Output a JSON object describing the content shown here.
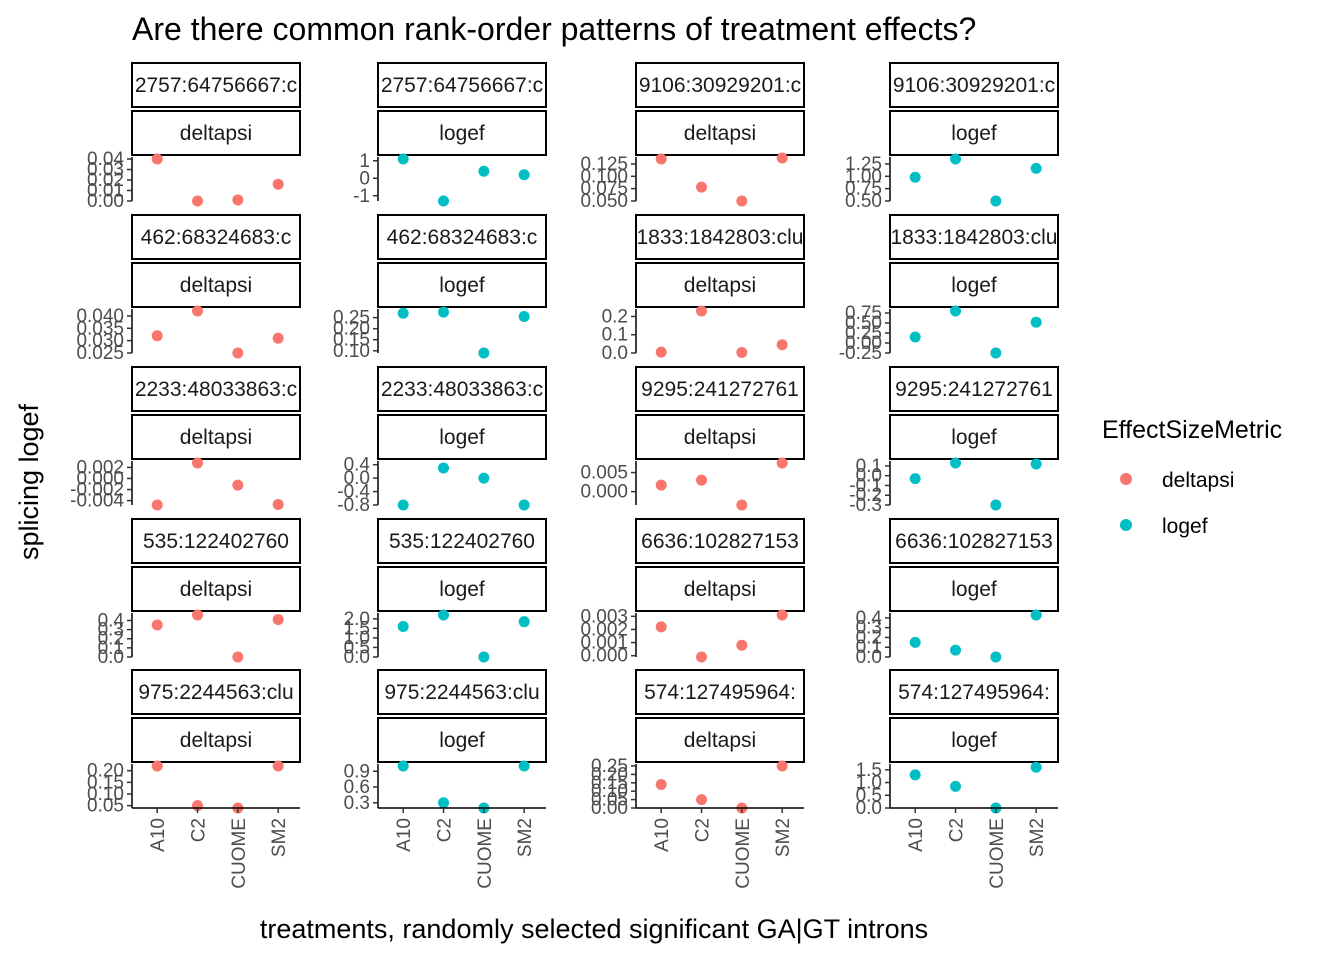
{
  "chart_data": {
    "type": "scatter",
    "title": "Are there common rank-order patterns of treatment effects?",
    "xlabel": "treatments, randomly selected significant GA|GT introns",
    "ylabel": "splicing logef",
    "categories": [
      "A10",
      "C2",
      "CUOME",
      "SM2"
    ],
    "legend": {
      "title": "EffectSizeMetric",
      "position": "right",
      "entries": [
        {
          "label": "deltapsi",
          "color": "#F8766D"
        },
        {
          "label": "logef",
          "color": "#00BFC4"
        }
      ]
    },
    "colors": {
      "deltapsi": "#F8766D",
      "logef": "#00BFC4"
    },
    "grid": false,
    "panels": [
      {
        "intron": "2757:64756667:c",
        "metric": "deltapsi",
        "ylim": [
          0.0,
          0.04
        ],
        "ticks": [
          0.0,
          0.01,
          0.02,
          0.03,
          0.04
        ],
        "tick_labels": [
          "0.00",
          "0.01",
          "0.02",
          "0.03",
          "0.04"
        ],
        "values": [
          0.04,
          0.0,
          0.001,
          0.016
        ]
      },
      {
        "intron": "2757:64756667:c",
        "metric": "logef",
        "ylim": [
          -1.3,
          1.1
        ],
        "ticks": [
          -1,
          0,
          1
        ],
        "tick_labels": [
          "-1",
          "0",
          "1"
        ],
        "values": [
          1.1,
          -1.3,
          0.4,
          0.2
        ]
      },
      {
        "intron": "9106:30929201:c",
        "metric": "deltapsi",
        "ylim": [
          0.05,
          0.135
        ],
        "ticks": [
          0.05,
          0.075,
          0.1,
          0.125
        ],
        "tick_labels": [
          "0.050",
          "0.075",
          "0.100",
          "0.125"
        ],
        "values": [
          0.135,
          0.078,
          0.05,
          0.137
        ]
      },
      {
        "intron": "9106:30929201:c",
        "metric": "logef",
        "ylim": [
          0.5,
          1.35
        ],
        "ticks": [
          0.5,
          0.75,
          1.0,
          1.25
        ],
        "tick_labels": [
          "0.50",
          "0.75",
          "1.00",
          "1.25"
        ],
        "values": [
          0.98,
          1.35,
          0.5,
          1.16
        ]
      },
      {
        "intron": "462:68324683:c",
        "metric": "deltapsi",
        "ylim": [
          0.025,
          0.042
        ],
        "ticks": [
          0.025,
          0.03,
          0.035,
          0.04
        ],
        "tick_labels": [
          "0.025",
          "0.030",
          "0.035",
          "0.040"
        ],
        "values": [
          0.032,
          0.042,
          0.025,
          0.031
        ]
      },
      {
        "intron": "462:68324683:c",
        "metric": "logef",
        "ylim": [
          0.09,
          0.28
        ],
        "ticks": [
          0.1,
          0.15,
          0.2,
          0.25
        ],
        "tick_labels": [
          "0.10",
          "0.15",
          "0.20",
          "0.25"
        ],
        "values": [
          0.27,
          0.275,
          0.09,
          0.255
        ]
      },
      {
        "intron": "1833:1842803:clu",
        "metric": "deltapsi",
        "ylim": [
          0.0,
          0.23
        ],
        "ticks": [
          0.0,
          0.1,
          0.2
        ],
        "tick_labels": [
          "0.0",
          "0.1",
          "0.2"
        ],
        "values": [
          0.005,
          0.23,
          0.003,
          0.045
        ]
      },
      {
        "intron": "1833:1842803:clu",
        "metric": "logef",
        "ylim": [
          -0.25,
          0.8
        ],
        "ticks": [
          -0.25,
          0.0,
          0.25,
          0.5,
          0.75
        ],
        "tick_labels": [
          "-0.25",
          "0.00",
          "0.25",
          "0.50",
          "0.75"
        ],
        "values": [
          0.15,
          0.8,
          -0.25,
          0.52
        ]
      },
      {
        "intron": "2233:48033863:c",
        "metric": "deltapsi",
        "ylim": [
          -0.0048,
          0.0028
        ],
        "ticks": [
          -0.004,
          -0.002,
          0.0,
          0.002
        ],
        "tick_labels": [
          "-0.004",
          "-0.002",
          "0.000",
          "0.002"
        ],
        "values": [
          -0.0048,
          0.0028,
          -0.0012,
          -0.0047
        ]
      },
      {
        "intron": "2233:48033863:c",
        "metric": "logef",
        "ylim": [
          -0.8,
          0.45
        ],
        "ticks": [
          -0.8,
          -0.4,
          0.0,
          0.4
        ],
        "tick_labels": [
          "-0.8",
          "-0.4",
          "0.0",
          "0.4"
        ],
        "values": [
          -0.8,
          0.3,
          0.0,
          -0.8
        ]
      },
      {
        "intron": "9295:241272761",
        "metric": "deltapsi",
        "ylim": [
          -0.0035,
          0.0075
        ],
        "ticks": [
          0.0,
          0.005
        ],
        "tick_labels": [
          "0.000",
          "0.005"
        ],
        "values": [
          0.0017,
          0.003,
          -0.0035,
          0.0075
        ]
      },
      {
        "intron": "9295:241272761",
        "metric": "logef",
        "ylim": [
          -0.3,
          0.13
        ],
        "ticks": [
          -0.3,
          -0.2,
          -0.1,
          0.0,
          0.1
        ],
        "tick_labels": [
          "-0.3",
          "-0.2",
          "-0.1",
          "0.0",
          "0.1"
        ],
        "values": [
          -0.03,
          0.13,
          -0.3,
          0.12
        ]
      },
      {
        "intron": "535:122402760",
        "metric": "deltapsi",
        "ylim": [
          0.0,
          0.46
        ],
        "ticks": [
          0.0,
          0.1,
          0.2,
          0.3,
          0.4
        ],
        "tick_labels": [
          "0.0",
          "0.1",
          "0.2",
          "0.3",
          "0.4"
        ],
        "values": [
          0.35,
          0.46,
          0.0,
          0.41
        ]
      },
      {
        "intron": "535:122402760",
        "metric": "logef",
        "ylim": [
          0.0,
          2.2
        ],
        "ticks": [
          0.0,
          0.5,
          1.0,
          1.5,
          2.0
        ],
        "tick_labels": [
          "0.0",
          "0.5",
          "1.0",
          "1.5",
          "2.0"
        ],
        "values": [
          1.6,
          2.2,
          0.0,
          1.85
        ]
      },
      {
        "intron": "6636:102827153",
        "metric": "deltapsi",
        "ylim": [
          -0.0001,
          0.0031
        ],
        "ticks": [
          0.0,
          0.001,
          0.002,
          0.003
        ],
        "tick_labels": [
          "0.000",
          "0.001",
          "0.002",
          "0.003"
        ],
        "values": [
          0.0022,
          -0.0001,
          0.0008,
          0.0031
        ]
      },
      {
        "intron": "6636:102827153",
        "metric": "logef",
        "ylim": [
          0.0,
          0.43
        ],
        "ticks": [
          0.0,
          0.1,
          0.2,
          0.3,
          0.4
        ],
        "tick_labels": [
          "0.0",
          "0.1",
          "0.2",
          "0.3",
          "0.4"
        ],
        "values": [
          0.15,
          0.07,
          0.0,
          0.43
        ]
      },
      {
        "intron": "975:2244563:clu",
        "metric": "deltapsi",
        "ylim": [
          0.04,
          0.22
        ],
        "ticks": [
          0.05,
          0.1,
          0.15,
          0.2
        ],
        "tick_labels": [
          "0.05",
          "0.10",
          "0.15",
          "0.20"
        ],
        "values": [
          0.22,
          0.05,
          0.04,
          0.22
        ]
      },
      {
        "intron": "975:2244563:clu",
        "metric": "logef",
        "ylim": [
          0.2,
          1.0
        ],
        "ticks": [
          0.3,
          0.6,
          0.9
        ],
        "tick_labels": [
          "0.3",
          "0.6",
          "0.9"
        ],
        "values": [
          1.0,
          0.3,
          0.2,
          1.0
        ]
      },
      {
        "intron": "574:127495964:",
        "metric": "deltapsi",
        "ylim": [
          0.0,
          0.25
        ],
        "ticks": [
          0.0,
          0.05,
          0.1,
          0.15,
          0.2,
          0.25
        ],
        "tick_labels": [
          "0.00",
          "0.05",
          "0.10",
          "0.15",
          "0.20",
          "0.25"
        ],
        "values": [
          0.14,
          0.05,
          0.0,
          0.25
        ]
      },
      {
        "intron": "574:127495964:",
        "metric": "logef",
        "ylim": [
          0.0,
          1.65
        ],
        "ticks": [
          0.0,
          0.5,
          1.0,
          1.5
        ],
        "tick_labels": [
          "0.0",
          "0.5",
          "1.0",
          "1.5"
        ],
        "values": [
          1.3,
          0.85,
          0.0,
          1.6
        ]
      }
    ]
  }
}
